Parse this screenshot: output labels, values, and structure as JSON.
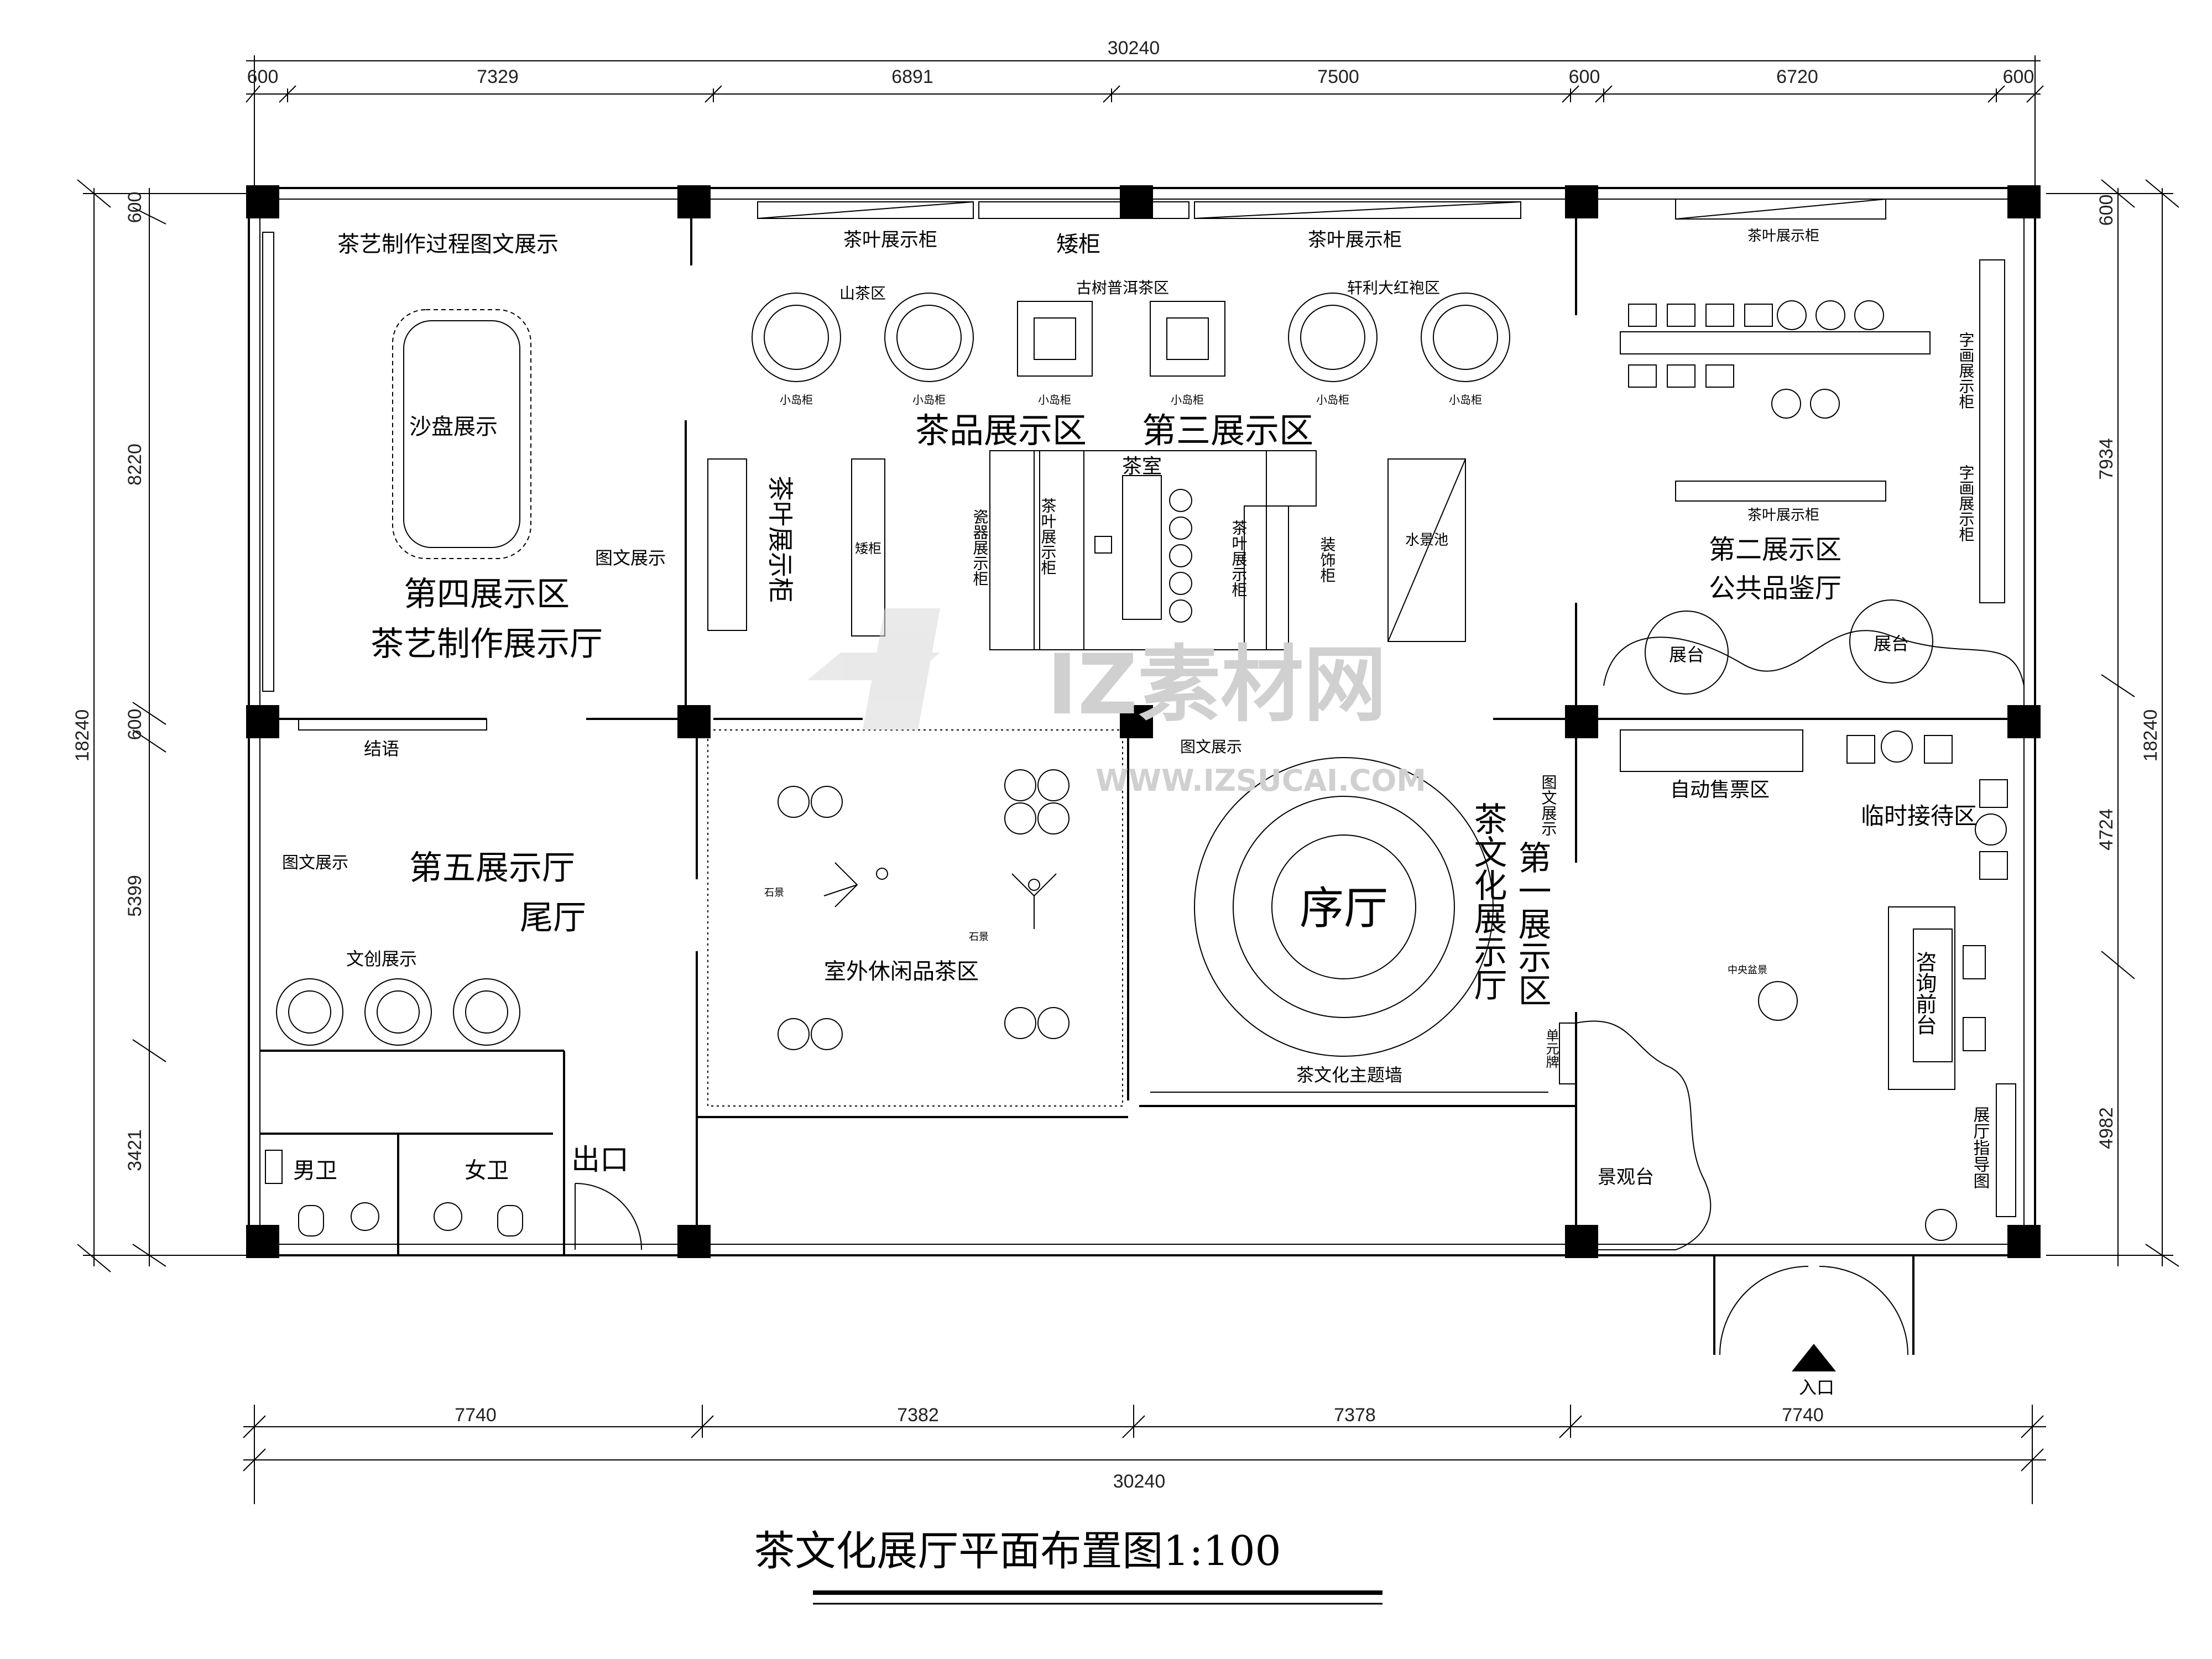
{
  "drawing": {
    "title": "茶文化展厅平面布置图1:100",
    "watermark": "IZ素材网",
    "watermark_url": "WWW.IZSUCAI.COM"
  },
  "dimensions": {
    "top_total": "30240",
    "top": [
      "600",
      "7329",
      "6891",
      "7500",
      "600",
      "6720",
      "600"
    ],
    "bottom_total": "30240",
    "bottom": [
      "7740",
      "7382",
      "7378",
      "7740"
    ],
    "left_total": "18240",
    "left": [
      "600",
      "8220",
      "600",
      "5399",
      "3421"
    ],
    "right_total": "18240",
    "right": [
      "600",
      "7934",
      "4724",
      "4982"
    ]
  },
  "zones": {
    "zone4_title": "第四展示区",
    "zone4_sub": "茶艺制作展示厅",
    "sand_table": "沙盘展示",
    "process_display": "茶艺制作过程图文展示",
    "graphic_display": "图文展示",
    "tea_cabinet_vertical": "茶叶展示柜",
    "tea_cabinet_top": "茶叶展示柜",
    "low_cabinet": "矮柜",
    "low_cabinet_small": "矮柜",
    "mountain_tea": "山茶区",
    "puer_tea": "古树普洱茶区",
    "dahongpao": "轩利大红袍区",
    "island_cabinet": "小岛柜",
    "zone3_title": "茶品展示区",
    "zone3_sub": "第三展示区",
    "tea_room": "茶室",
    "porcelain_cabinet": "瓷器展示柜",
    "tea_cabinet_2": "茶叶展示柜",
    "tea_cabinet_3": "茶叶展示柜",
    "deco_cabinet": "装饰柜",
    "water_pool": "水景池",
    "zone2_title": "第二展示区",
    "zone2_sub": "公共品鉴厅",
    "calligraphy_cabinet": "字画展示柜",
    "tea_display_right": "茶叶展示柜",
    "stage": "展台",
    "ticket_area": "自动售票区",
    "reception_area": "临时接待区",
    "consult_desk": "咨询前台",
    "guide_map": "展厅指导图",
    "landscape_platform": "景观台",
    "unit_sign": "单元牌",
    "prelude_hall": "序厅",
    "zone1_title": "第一展示区",
    "zone1_sub": "茶文化展示厅",
    "theme_wall": "茶文化主题墙",
    "graphic_display_2": "图文展示",
    "outdoor_area": "室外休闲品茶区",
    "rockery": "石景",
    "conclusion": "结语",
    "zone5_title": "第五展示厅",
    "zone5_sub": "尾厅",
    "creative_display": "文创展示",
    "graphic_display_3": "图文展示",
    "mens_restroom": "男卫",
    "womens_restroom": "女卫",
    "exit": "出口",
    "entrance": "入口",
    "center_plant": "中央盆景"
  }
}
